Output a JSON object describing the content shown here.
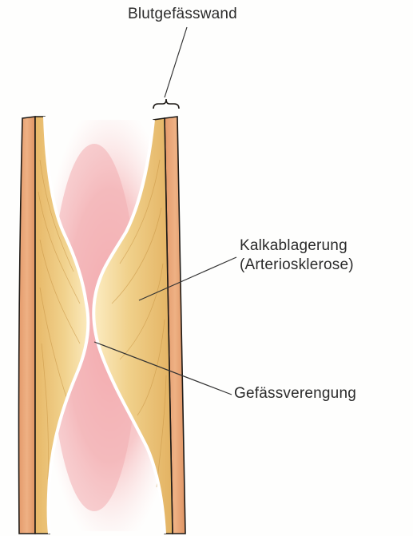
{
  "labels": {
    "vessel_wall": "Blutgefässwand",
    "calcification_line1": "Kalkablagerung",
    "calcification_line2": "(Arteriosklerose)",
    "narrowing": "Gefässverengung"
  },
  "colors": {
    "background": "#fefefd",
    "blood_lumen": "#f4b3b5",
    "vessel_wall": "#e8a070",
    "plaque": "#efcf86",
    "plaque_highlight": "#fbe9b8",
    "outline": "#1e1a16",
    "leader_line": "#333333"
  }
}
